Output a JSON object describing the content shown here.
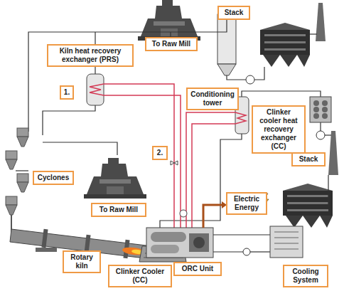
{
  "diagram": {
    "nodes": [
      {
        "text": [
          "Stack"
        ]
      },
      {
        "text": [
          "To Raw Mill"
        ]
      },
      {
        "text": [
          "Kiln heat recovery exchanger (PRS)"
        ]
      },
      {
        "text": [
          "1."
        ]
      },
      {
        "text": [
          "Conditioning tower"
        ]
      },
      {
        "text": [
          "Clinker cooler heat recovery exchanger (CC)"
        ]
      },
      {
        "text": [
          "2."
        ]
      },
      {
        "text": [
          "Stack"
        ]
      },
      {
        "text": [
          "Cyclones"
        ]
      },
      {
        "text": [
          "To Raw Mill"
        ]
      },
      {
        "text": [
          "Electric Energy"
        ]
      },
      {
        "text": [
          "ORC Unit"
        ]
      },
      {
        "text": [
          "Cooling System"
        ]
      },
      {
        "text": [
          "Rotary kiln"
        ]
      },
      {
        "text": [
          "Clinker Cooler (CC)"
        ]
      }
    ]
  }
}
